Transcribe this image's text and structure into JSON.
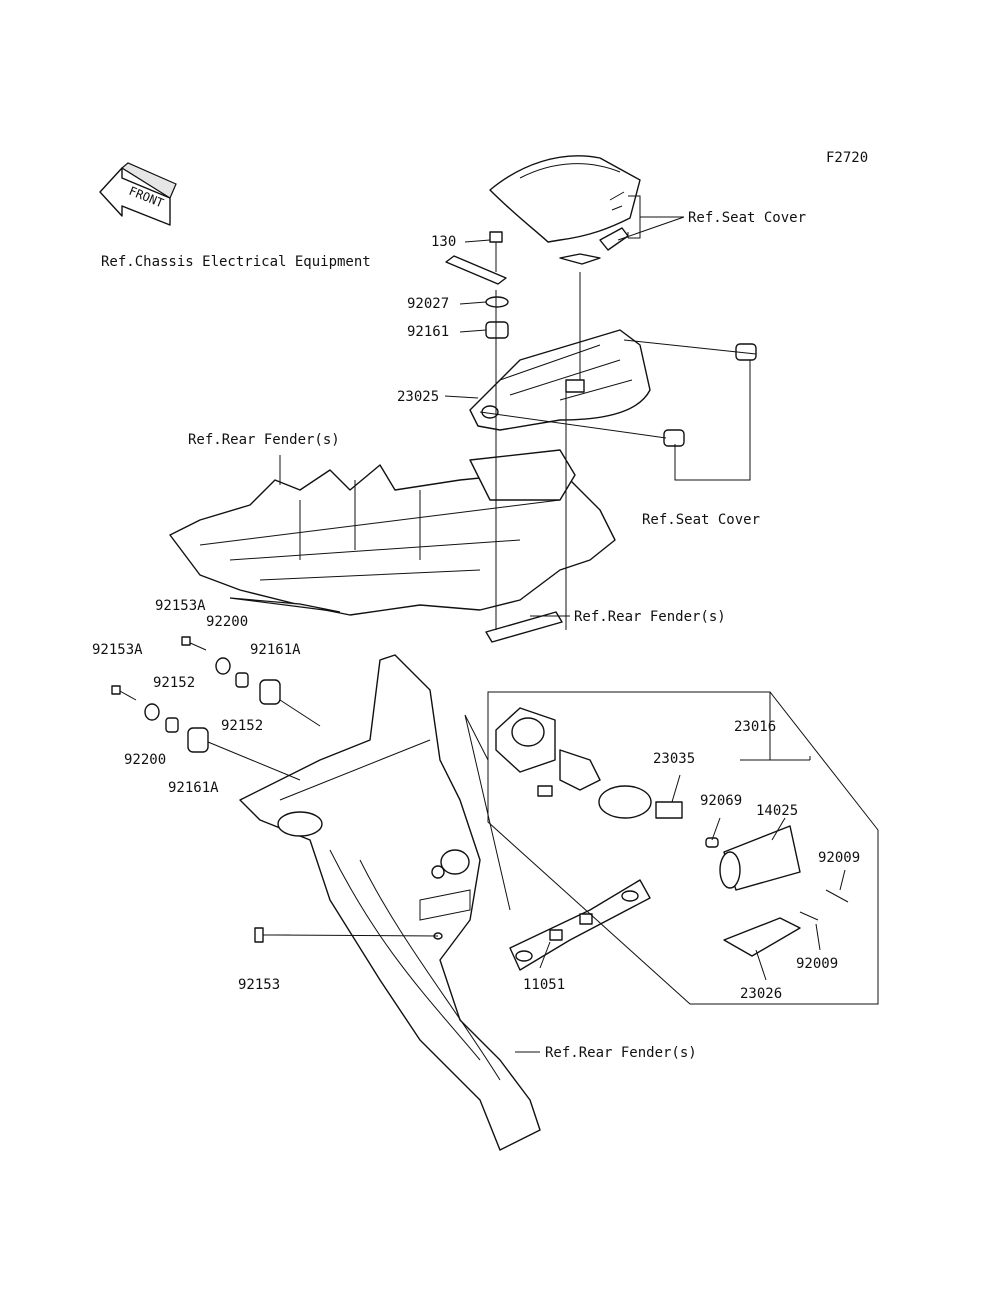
{
  "figure_code": "F2720",
  "front_label": "FRONT",
  "callouts": {
    "seat_cover_top": "Ref.Seat Cover",
    "seat_cover_right": "Ref.Seat Cover",
    "chassis_electrical": "Ref.Chassis Electrical Equipment",
    "rear_fender_top": "Ref.Rear Fender(s)",
    "rear_fender_mid": "Ref.Rear Fender(s)",
    "rear_fender_bottom": "Ref.Rear Fender(s)"
  },
  "parts": {
    "p130": "130",
    "p92027": "92027",
    "p92161": "92161",
    "p23025": "23025",
    "p92153A_a": "92153A",
    "p92153A_b": "92153A",
    "p92200_a": "92200",
    "p92200_b": "92200",
    "p92161A_a": "92161A",
    "p92161A_b": "92161A",
    "p92152_a": "92152",
    "p92152_b": "92152",
    "p23016": "23016",
    "p23035": "23035",
    "p92069": "92069",
    "p14025": "14025",
    "p92009_a": "92009",
    "p92009_b": "92009",
    "p23026": "23026",
    "p11051": "11051",
    "p92153": "92153"
  }
}
